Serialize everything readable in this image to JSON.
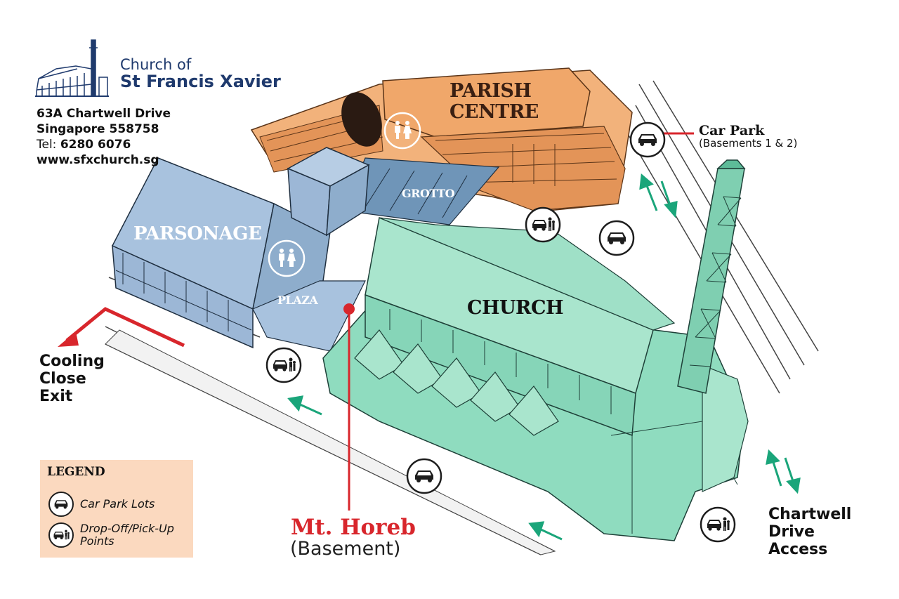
{
  "brand": {
    "prefix": "Church of",
    "name": "St Francis Xavier"
  },
  "address": {
    "street": "63A Chartwell Drive",
    "city": "Singapore 558758",
    "tel_label": "Tel:",
    "tel_value": "6280 6076",
    "website": "www.sfxchurch.sg"
  },
  "buildings": {
    "parish_centre_line1": "PARISH",
    "parish_centre_line2": "CENTRE",
    "parsonage": "PARSONAGE",
    "church": "CHURCH",
    "grotto": "GROTTO",
    "plaza": "PLAZA"
  },
  "car_park": {
    "label": "Car Park",
    "sub": "(Basements 1 & 2)"
  },
  "exits": {
    "cooling_close": [
      "Cooling",
      "Close",
      "Exit"
    ],
    "chartwell": [
      "Chartwell",
      "Drive",
      "Access"
    ]
  },
  "mt_horeb": {
    "title": "Mt. Horeb",
    "sub": "(Basement)"
  },
  "legend": {
    "title": "LEGEND",
    "car_park_lots": "Car Park Lots",
    "drop_off_line1": "Drop-Off/Pick-Up",
    "drop_off_line2": "Points"
  },
  "colors": {
    "parish_centre": "#f0a76a",
    "parsonage": "#9cb7d6",
    "church": "#86d5b8",
    "accent_red": "#d8262c",
    "arrow_green": "#1aa57a",
    "navy": "#1f3a6d",
    "legend_bg": "#fbd9bf"
  },
  "icons": [
    "car-icon",
    "drop-off-icon",
    "restroom-icon",
    "arrow-icon"
  ]
}
